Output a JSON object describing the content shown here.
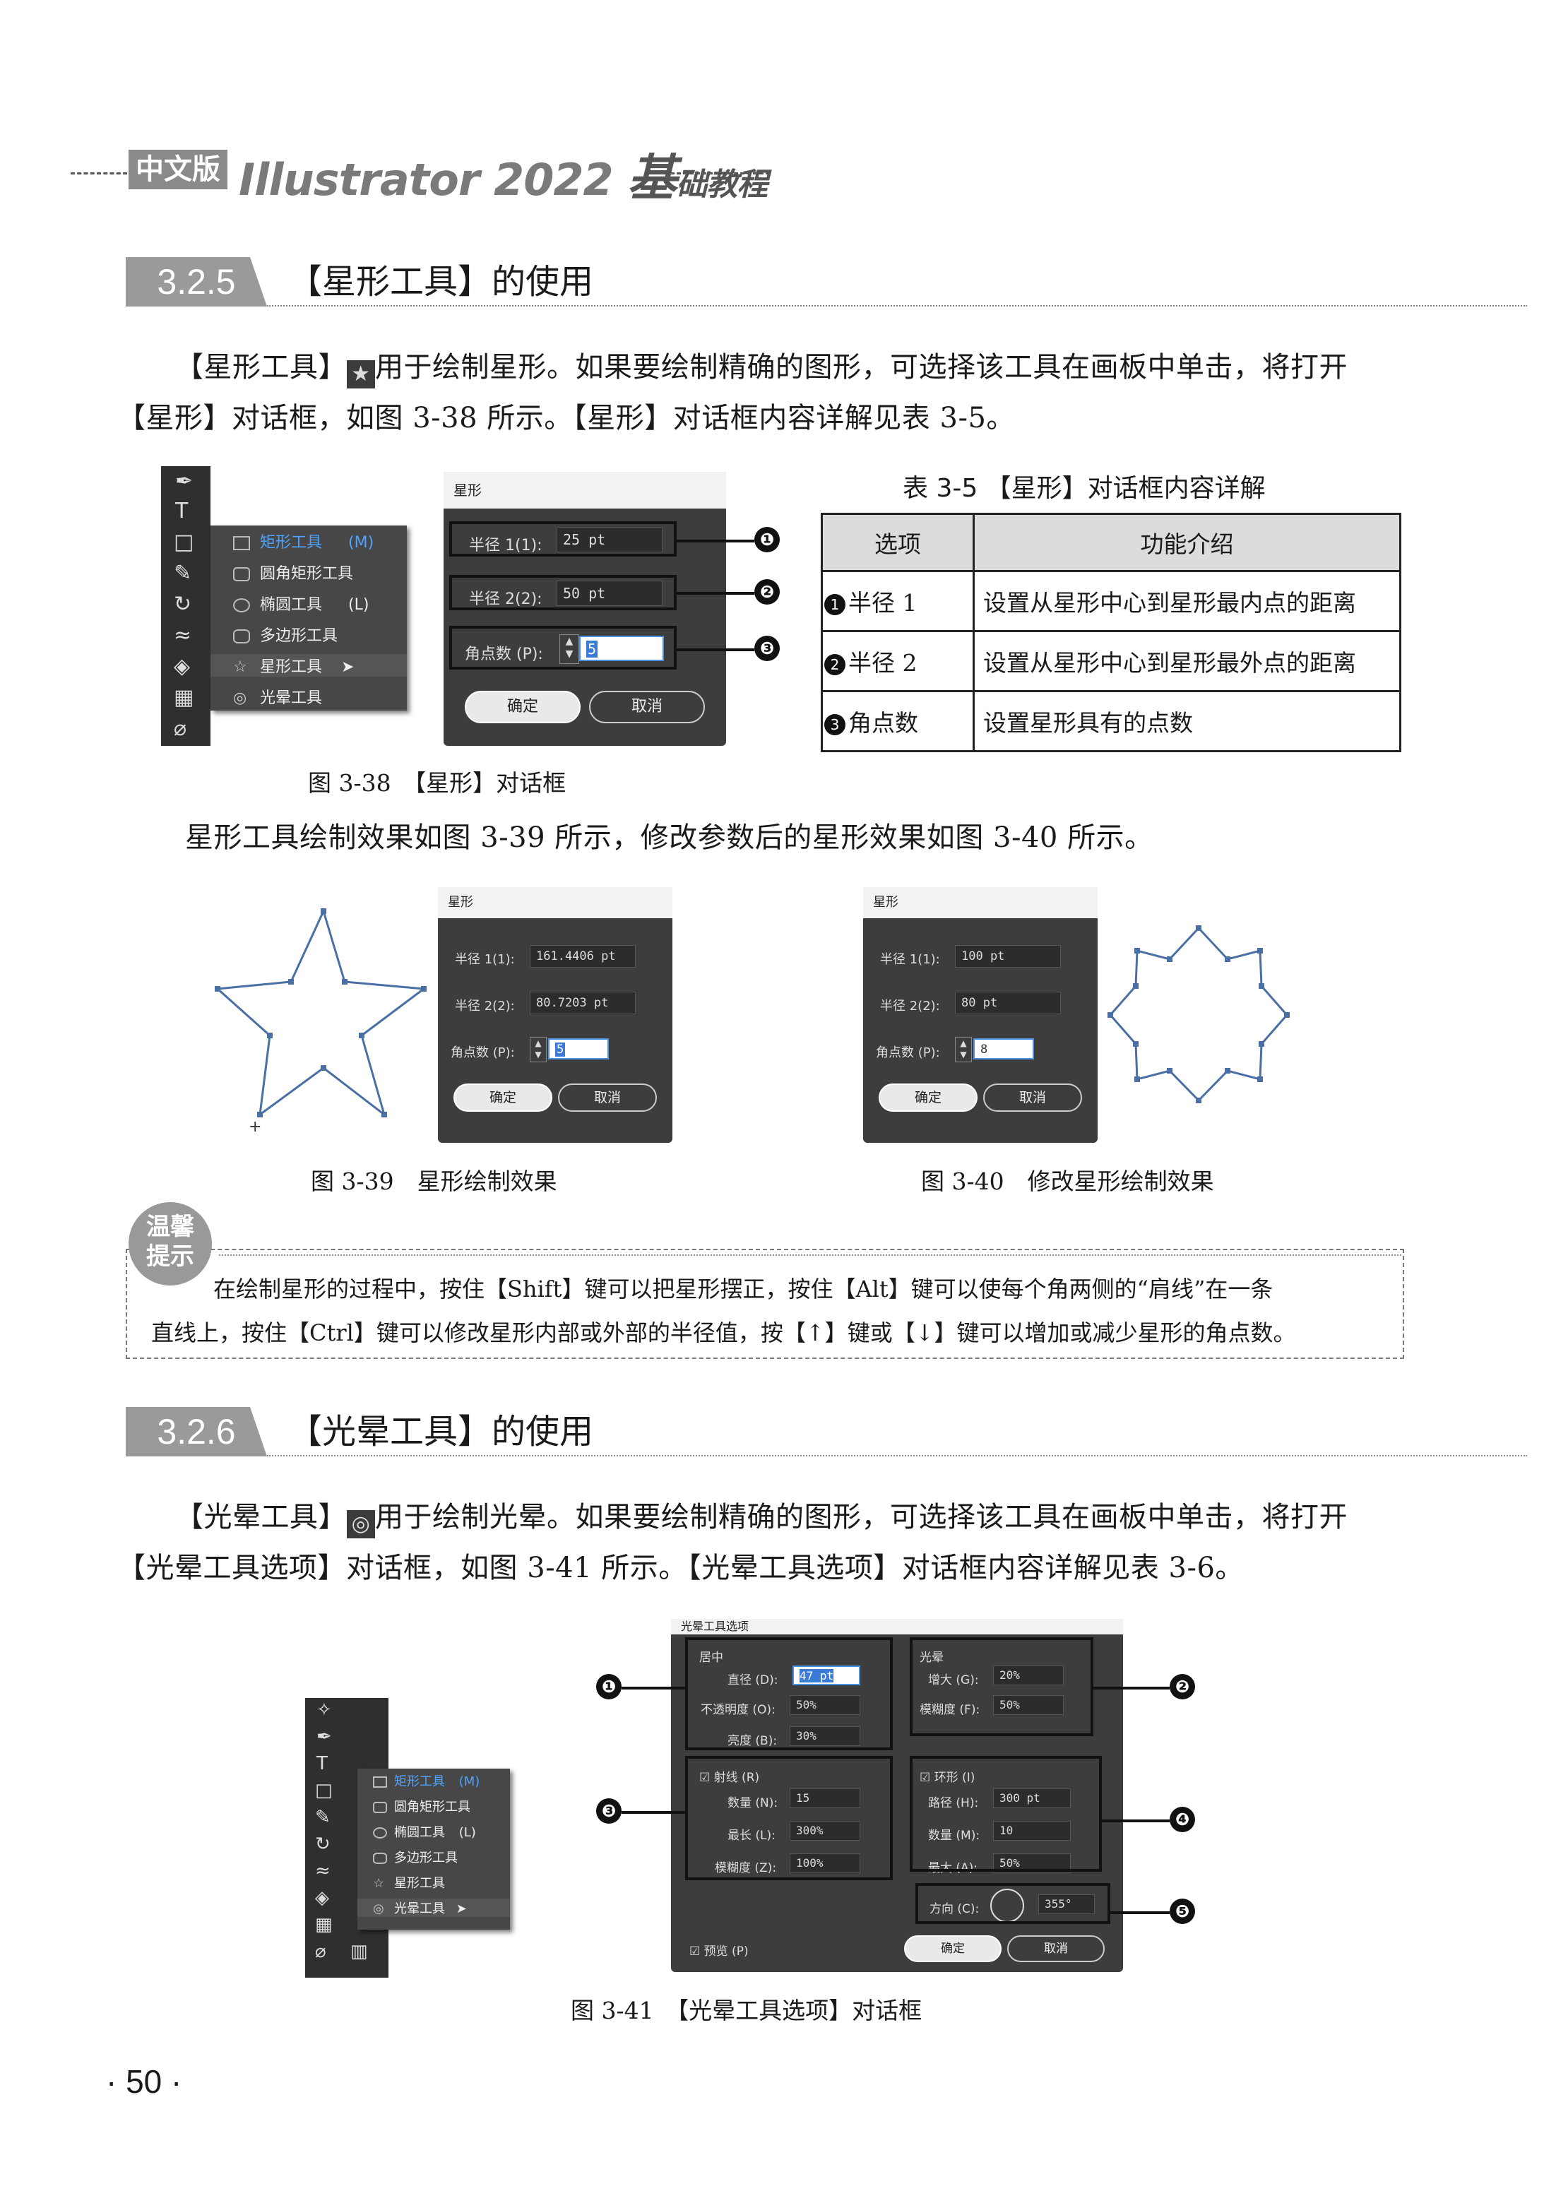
{
  "header": {
    "edition": "中文版",
    "title_main": "Illustrator 2022",
    "title_big": "基",
    "title_rest": "础教程"
  },
  "sec325": {
    "num": "3.2.5",
    "title": "【星形工具】的使用"
  },
  "para1": {
    "line1_a": "【星形工具】",
    "line1_b": "用于绘制星形。如果要绘制精确的图形，可选择该工具在画板中单击，将打开",
    "line2": "【星形】对话框，如图 3-38 所示。【星形】对话框内容详解见表 3-5。"
  },
  "fig338": {
    "menu_items": [
      {
        "label": "矩形工具",
        "shortcut": "(M)"
      },
      {
        "label": "圆角矩形工具",
        "shortcut": ""
      },
      {
        "label": "椭圆工具",
        "shortcut": "(L)"
      },
      {
        "label": "多边形工具",
        "shortcut": ""
      },
      {
        "label": "星形工具",
        "shortcut": ""
      },
      {
        "label": "光晕工具",
        "shortcut": ""
      }
    ],
    "dialog": {
      "title": "星形",
      "radius1_label": "半径 1(1):",
      "radius1_value": "25 pt",
      "radius2_label": "半径 2(2):",
      "radius2_value": "50 pt",
      "points_label": "角点数 (P):",
      "points_value": "5",
      "ok": "确定",
      "cancel": "取消"
    },
    "callouts": [
      "❶",
      "❷",
      "❸"
    ],
    "caption": "图 3-38　【星形】对话框"
  },
  "table35": {
    "title": "表 3-5 【星形】对话框内容详解",
    "headers": [
      "选项",
      "功能介绍"
    ],
    "rows": [
      {
        "num": "1",
        "option": "半径 1",
        "desc": "设置从星形中心到星形最内点的距离"
      },
      {
        "num": "2",
        "option": "半径 2",
        "desc": "设置从星形中心到星形最外点的距离"
      },
      {
        "num": "3",
        "option": "角点数",
        "desc": "设置星形具有的点数"
      }
    ]
  },
  "para2": "星形工具绘制效果如图 3-39 所示，修改参数后的星形效果如图 3-40 所示。",
  "fig339": {
    "dialog": {
      "title": "星形",
      "radius1_label": "半径 1(1):",
      "radius1_value": "161.4406 pt",
      "radius2_label": "半径 2(2):",
      "radius2_value": "80.7203 pt",
      "points_label": "角点数 (P):",
      "points_value": "5",
      "ok": "确定",
      "cancel": "取消"
    },
    "caption": "图 3-39　星形绘制效果"
  },
  "fig340": {
    "dialog": {
      "title": "星形",
      "radius1_label": "半径 1(1):",
      "radius1_value": "100 pt",
      "radius2_label": "半径 2(2):",
      "radius2_value": "80 pt",
      "points_label": "角点数 (P):",
      "points_value": "8",
      "ok": "确定",
      "cancel": "取消"
    },
    "caption": "图 3-40　修改星形绘制效果"
  },
  "tip": {
    "badge_line1": "温馨",
    "badge_line2": "提示",
    "line1": "在绘制星形的过程中，按住【Shift】键可以把星形摆正，按住【Alt】键可以使每个角两侧的“肩线”在一条",
    "line2": "直线上，按住【Ctrl】键可以修改星形内部或外部的半径值，按【↑】键或【↓】键可以增加或减少星形的角点数。"
  },
  "sec326": {
    "num": "3.2.6",
    "title": "【光晕工具】的使用"
  },
  "para3": {
    "line1_a": "【光晕工具】",
    "line1_b": "用于绘制光晕。如果要绘制精确的图形，可选择该工具在画板中单击，将打开",
    "line2": "【光晕工具选项】对话框，如图 3-41 所示。【光晕工具选项】对话框内容详解见表 3-6。"
  },
  "fig341": {
    "menu_items": [
      {
        "label": "矩形工具",
        "shortcut": "(M)"
      },
      {
        "label": "圆角矩形工具",
        "shortcut": ""
      },
      {
        "label": "椭圆工具",
        "shortcut": "(L)"
      },
      {
        "label": "多边形工具",
        "shortcut": ""
      },
      {
        "label": "星形工具",
        "shortcut": ""
      },
      {
        "label": "光晕工具",
        "shortcut": ""
      }
    ],
    "dialog": {
      "title": "光晕工具选项",
      "center": {
        "heading": "居中",
        "diameter_label": "直径 (D):",
        "diameter_value": "47 pt",
        "opacity_label": "不透明度 (O):",
        "opacity_value": "50%",
        "brightness_label": "亮度 (B):",
        "brightness_value": "30%"
      },
      "halo": {
        "heading": "光晕",
        "growth_label": "增大 (G):",
        "growth_value": "20%",
        "fuzz_label": "模糊度 (F):",
        "fuzz_value": "50%"
      },
      "rays": {
        "heading": "射线 (R)",
        "number_label": "数量 (N):",
        "number_value": "15",
        "longest_label": "最长 (L):",
        "longest_value": "300%",
        "fuzz_label": "模糊度 (Z):",
        "fuzz_value": "100%"
      },
      "rings": {
        "heading": "环形 (I)",
        "path_label": "路径 (H):",
        "path_value": "300 pt",
        "number_label": "数量 (M):",
        "number_value": "10",
        "largest_label": "最大 (A):",
        "largest_value": "50%"
      },
      "direction_label": "方向 (C):",
      "direction_value": "355°",
      "preview_label": "预览 (P)",
      "ok": "确定",
      "cancel": "取消"
    },
    "callouts": [
      "❶",
      "❷",
      "❸",
      "❹",
      "❺"
    ],
    "caption": "图 3-41　【光晕工具选项】对话框"
  },
  "page_number": "· 50 ·"
}
